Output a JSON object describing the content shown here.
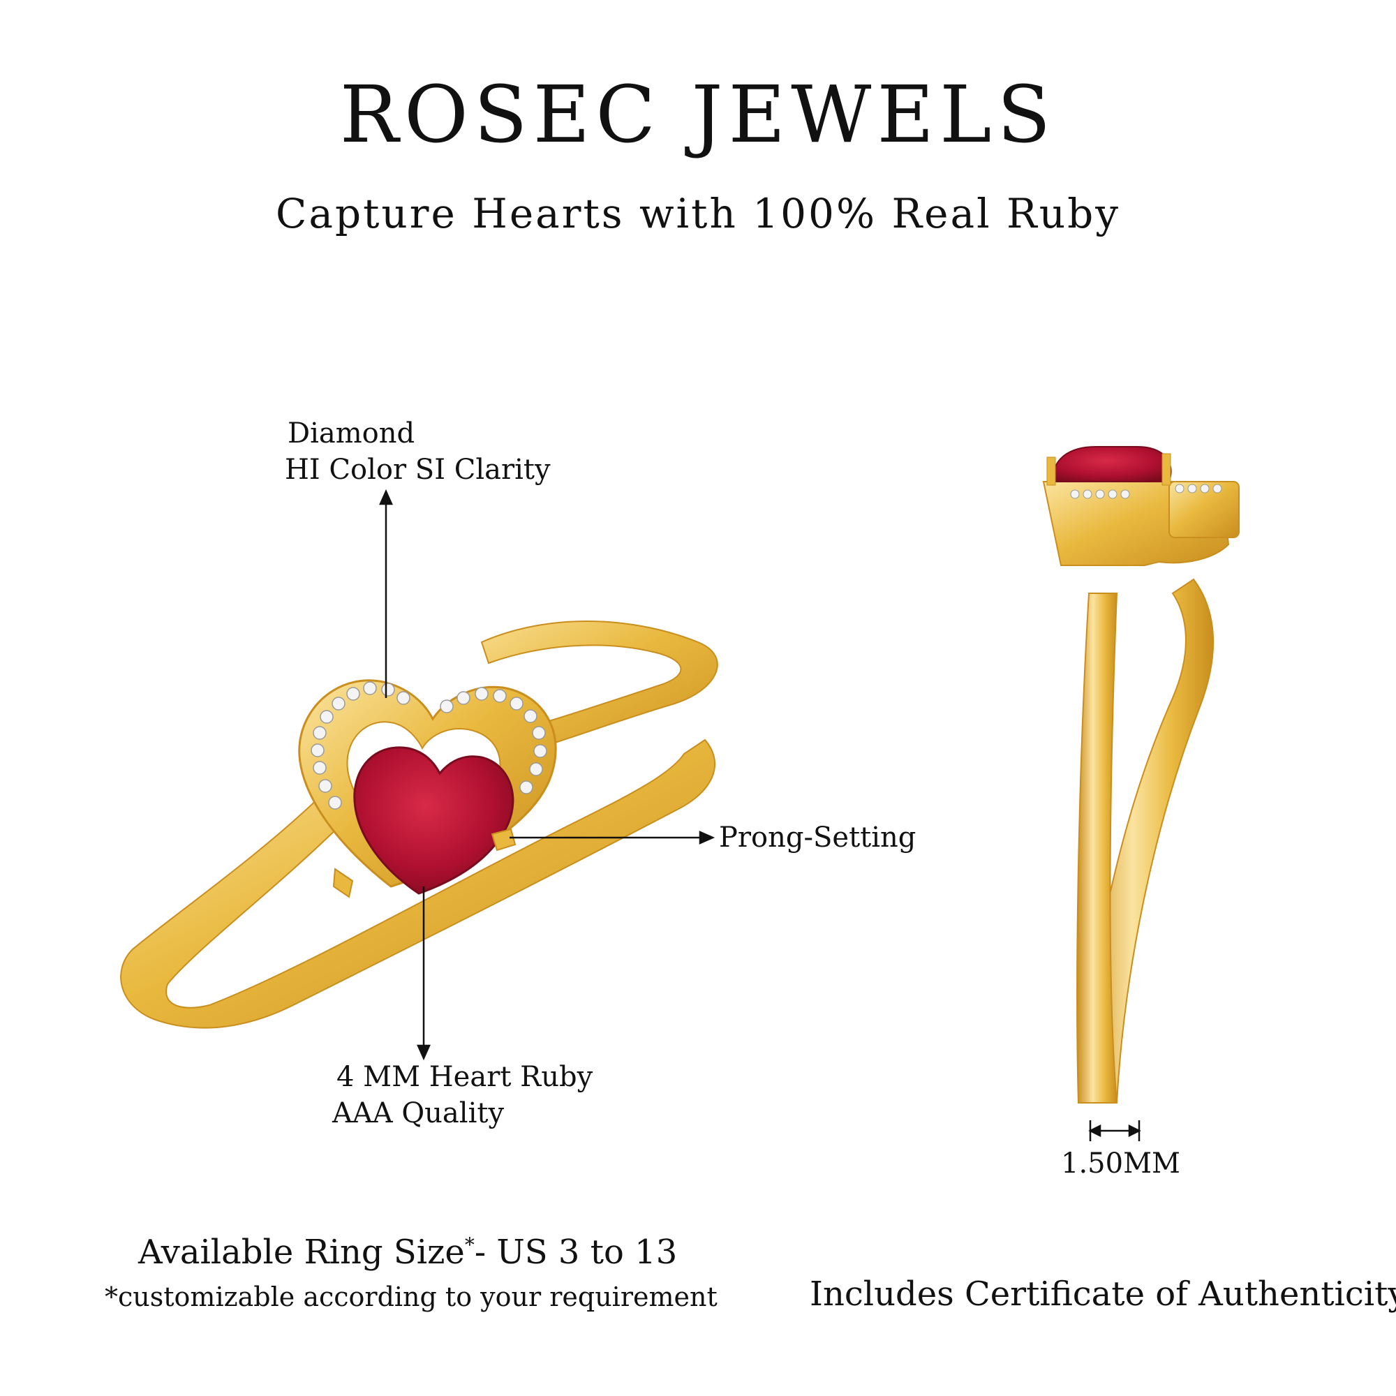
{
  "brand": "ROSEC JEWELS",
  "tagline": "Capture Hearts with 100% Real Ruby",
  "callouts": {
    "diamond_line1": "Diamond",
    "diamond_line2": "HI Color SI Clarity",
    "prong": "Prong-Setting",
    "ruby_line1": "4 MM Heart Ruby",
    "ruby_line2": "AAA Quality",
    "width": "1.50MM"
  },
  "footer": {
    "ring_size_main": "Available Ring Size",
    "ring_size_star": "*",
    "ring_size_range": "- US 3 to 13",
    "custom_note": "*customizable according to your requirement",
    "certificate": "Includes Certificate of Authenticity"
  },
  "colors": {
    "gold": "#E9B93F",
    "gold_dark": "#C98E1E",
    "gold_light": "#FBE4A0",
    "ruby": "#B01030",
    "ruby_dark": "#7A0A1E",
    "diamond": "#F4F4F4"
  }
}
